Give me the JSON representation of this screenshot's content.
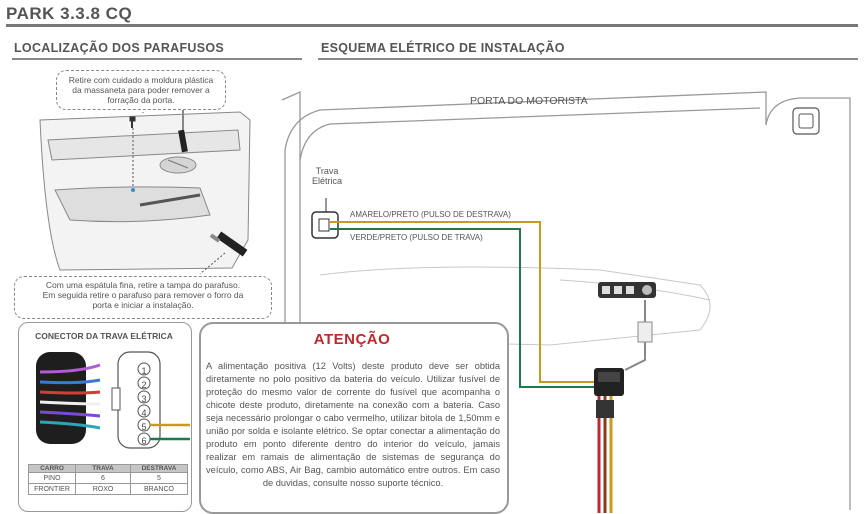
{
  "header": {
    "title": "PARK 3.3.8 CQ"
  },
  "sections": {
    "screws_title": "LOCALIZAÇÃO DOS PARAFUSOS",
    "wiring_title": "ESQUEMA ELÉTRICO DE INSTALAÇÃO"
  },
  "notes": {
    "top_lines": [
      "Retire com cuidado a moldura plástica",
      "da massaneta para poder remover a",
      "forração da porta."
    ],
    "bottom_lines": [
      "Com uma espátula fina, retire a tampa do parafuso.",
      "Em seguida retire o parafuso para remover o forro da",
      "porta e iniciar a instalação."
    ]
  },
  "wiring": {
    "door_label": "PORTA DO MOTORISTA",
    "lock_label_lines": [
      "Trava",
      "Elétrica"
    ],
    "wire_unlock": "AMARELO/PRETO (PULSO DE DESTRAVA)",
    "wire_lock": "VERDE/PRETO (PULSO DE TRAVA)"
  },
  "connector": {
    "title": "CONECTOR DA TRAVA ELÉTRICA",
    "pins": [
      "1",
      "2",
      "3",
      "4",
      "5",
      "6"
    ],
    "table": {
      "headers": [
        "CARRO",
        "TRAVA",
        "DESTRAVA"
      ],
      "rows": [
        [
          "PINO",
          "6",
          "5"
        ],
        [
          "FRONTIER",
          "ROXO",
          "BRANCO"
        ]
      ]
    }
  },
  "attention": {
    "title": "ATENÇÃO",
    "body": "A alimentação positiva (12 Volts) deste produto deve ser obtida diretamente no polo positivo da bateria do veículo. Utilizar fusível de proteção do mesmo valor de corrente do fusível que acompanha o chicote deste produto, diretamente na conexão com a bateria. Caso seja necessário prolongar o cabo vermelho, utilizar bitola de 1,50mm e união por solda e isolante elétrico. Se optar conectar a alimentação do produto em ponto diferente dentro do interior do veículo, jamais realizar em ramais de alimentação de sistemas de segurança do veículo, como ABS, Air Bag, cambio automático entre outros. Em caso de duvidas, consulte nosso suporte técnico."
  },
  "colors": {
    "yellow_wire": "#c89a1e",
    "green_wire": "#1e7a4a",
    "red_wire": "#c0282d",
    "accent": "#c0282d"
  }
}
